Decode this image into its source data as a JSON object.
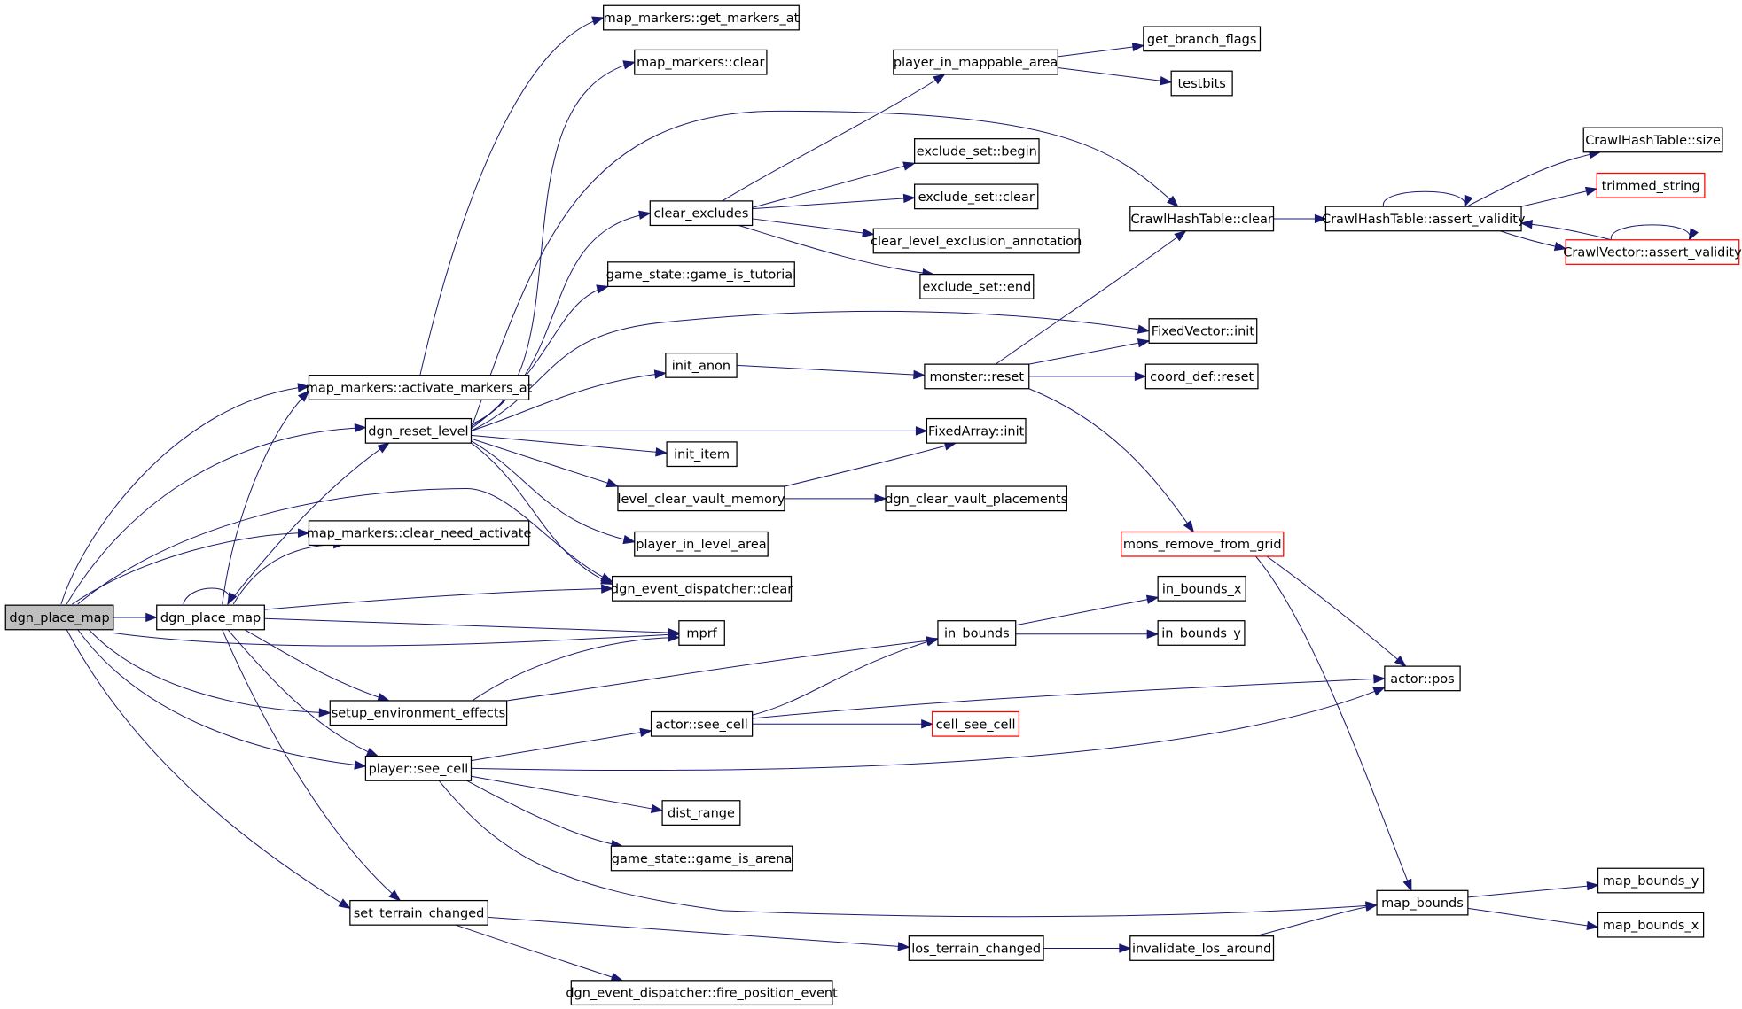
{
  "diagram": {
    "type": "call-graph",
    "colors": {
      "edge": "#191970",
      "root_fill": "#bfbfbf",
      "truncated_border": "#ff0000"
    },
    "nodes": [
      {
        "id": "dgn_place_map_root",
        "label": "dgn_place_map",
        "style": "root"
      },
      {
        "id": "dgn_place_map",
        "label": "dgn_place_map"
      },
      {
        "id": "activate_markers_at",
        "label": "map_markers::activate_markers_at"
      },
      {
        "id": "dgn_reset_level",
        "label": "dgn_reset_level"
      },
      {
        "id": "clear_need_activate",
        "label": "map_markers::clear_need_activate"
      },
      {
        "id": "setup_environment_effects",
        "label": "setup_environment_effects"
      },
      {
        "id": "player_see_cell",
        "label": "player::see_cell"
      },
      {
        "id": "set_terrain_changed",
        "label": "set_terrain_changed"
      },
      {
        "id": "get_markers_at",
        "label": "map_markers::get_markers_at"
      },
      {
        "id": "map_markers_clear",
        "label": "map_markers::clear"
      },
      {
        "id": "clear_excludes",
        "label": "clear_excludes"
      },
      {
        "id": "game_is_tutorial",
        "label": "game_state::game_is_tutorial"
      },
      {
        "id": "init_anon",
        "label": "init_anon"
      },
      {
        "id": "init_item",
        "label": "init_item"
      },
      {
        "id": "level_clear_vault_memory",
        "label": "level_clear_vault_memory"
      },
      {
        "id": "player_in_level_area",
        "label": "player_in_level_area"
      },
      {
        "id": "dgn_event_dispatcher_clear",
        "label": "dgn_event_dispatcher::clear"
      },
      {
        "id": "mprf",
        "label": "mprf"
      },
      {
        "id": "actor_see_cell",
        "label": "actor::see_cell"
      },
      {
        "id": "dist_range",
        "label": "dist_range"
      },
      {
        "id": "game_is_arena",
        "label": "game_state::game_is_arena"
      },
      {
        "id": "fire_position_event",
        "label": "dgn_event_dispatcher::fire_position_event"
      },
      {
        "id": "player_in_mappable_area",
        "label": "player_in_mappable_area"
      },
      {
        "id": "exclude_set_begin",
        "label": "exclude_set::begin"
      },
      {
        "id": "exclude_set_clear",
        "label": "exclude_set::clear"
      },
      {
        "id": "clear_level_exclusion_annotation",
        "label": "clear_level_exclusion_annotation"
      },
      {
        "id": "exclude_set_end",
        "label": "exclude_set::end"
      },
      {
        "id": "monster_reset",
        "label": "monster::reset"
      },
      {
        "id": "fixedarray_init",
        "label": "FixedArray::init"
      },
      {
        "id": "dgn_clear_vault_placements",
        "label": "dgn_clear_vault_placements"
      },
      {
        "id": "in_bounds",
        "label": "in_bounds"
      },
      {
        "id": "cell_see_cell",
        "label": "cell_see_cell",
        "style": "truncated"
      },
      {
        "id": "los_terrain_changed",
        "label": "los_terrain_changed"
      },
      {
        "id": "get_branch_flags",
        "label": "get_branch_flags"
      },
      {
        "id": "testbits",
        "label": "testbits"
      },
      {
        "id": "hashtable_clear",
        "label": "CrawlHashTable::clear"
      },
      {
        "id": "fixedvector_init",
        "label": "FixedVector::init"
      },
      {
        "id": "coord_def_reset",
        "label": "coord_def::reset"
      },
      {
        "id": "mons_remove_from_grid",
        "label": "mons_remove_from_grid",
        "style": "truncated"
      },
      {
        "id": "in_bounds_x",
        "label": "in_bounds_x"
      },
      {
        "id": "in_bounds_y",
        "label": "in_bounds_y"
      },
      {
        "id": "invalidate_los_around",
        "label": "invalidate_los_around"
      },
      {
        "id": "hashtable_assert_validity",
        "label": "CrawlHashTable::assert_validity"
      },
      {
        "id": "actor_pos",
        "label": "actor::pos"
      },
      {
        "id": "map_bounds",
        "label": "map_bounds"
      },
      {
        "id": "hashtable_size",
        "label": "CrawlHashTable::size"
      },
      {
        "id": "trimmed_string",
        "label": "trimmed_string",
        "style": "truncated"
      },
      {
        "id": "crawlvector_assert_validity",
        "label": "CrawlVector::assert_validity",
        "style": "truncated"
      },
      {
        "id": "map_bounds_y",
        "label": "map_bounds_y"
      },
      {
        "id": "map_bounds_x",
        "label": "map_bounds_x"
      }
    ],
    "edges": [
      [
        "dgn_place_map_root",
        "dgn_place_map"
      ],
      [
        "dgn_place_map_root",
        "activate_markers_at"
      ],
      [
        "dgn_place_map_root",
        "dgn_reset_level"
      ],
      [
        "dgn_place_map_root",
        "clear_need_activate"
      ],
      [
        "dgn_place_map_root",
        "dgn_event_dispatcher_clear"
      ],
      [
        "dgn_place_map_root",
        "mprf"
      ],
      [
        "dgn_place_map_root",
        "setup_environment_effects"
      ],
      [
        "dgn_place_map_root",
        "player_see_cell"
      ],
      [
        "dgn_place_map_root",
        "set_terrain_changed"
      ],
      [
        "dgn_place_map",
        "dgn_place_map"
      ],
      [
        "dgn_place_map",
        "activate_markers_at"
      ],
      [
        "dgn_place_map",
        "dgn_reset_level"
      ],
      [
        "dgn_place_map",
        "clear_need_activate"
      ],
      [
        "dgn_place_map",
        "dgn_event_dispatcher_clear"
      ],
      [
        "dgn_place_map",
        "mprf"
      ],
      [
        "dgn_place_map",
        "setup_environment_effects"
      ],
      [
        "dgn_place_map",
        "player_see_cell"
      ],
      [
        "dgn_place_map",
        "set_terrain_changed"
      ],
      [
        "activate_markers_at",
        "get_markers_at"
      ],
      [
        "dgn_reset_level",
        "map_markers_clear"
      ],
      [
        "dgn_reset_level",
        "clear_excludes"
      ],
      [
        "dgn_reset_level",
        "hashtable_clear"
      ],
      [
        "dgn_reset_level",
        "game_is_tutorial"
      ],
      [
        "dgn_reset_level",
        "fixedvector_init"
      ],
      [
        "dgn_reset_level",
        "init_anon"
      ],
      [
        "dgn_reset_level",
        "fixedarray_init"
      ],
      [
        "dgn_reset_level",
        "init_item"
      ],
      [
        "dgn_reset_level",
        "level_clear_vault_memory"
      ],
      [
        "dgn_reset_level",
        "player_in_level_area"
      ],
      [
        "dgn_reset_level",
        "dgn_event_dispatcher_clear"
      ],
      [
        "clear_excludes",
        "player_in_mappable_area"
      ],
      [
        "clear_excludes",
        "exclude_set_begin"
      ],
      [
        "clear_excludes",
        "exclude_set_clear"
      ],
      [
        "clear_excludes",
        "clear_level_exclusion_annotation"
      ],
      [
        "clear_excludes",
        "exclude_set_end"
      ],
      [
        "player_in_mappable_area",
        "get_branch_flags"
      ],
      [
        "player_in_mappable_area",
        "testbits"
      ],
      [
        "init_anon",
        "monster_reset"
      ],
      [
        "monster_reset",
        "hashtable_clear"
      ],
      [
        "monster_reset",
        "fixedvector_init"
      ],
      [
        "monster_reset",
        "coord_def_reset"
      ],
      [
        "monster_reset",
        "mons_remove_from_grid"
      ],
      [
        "level_clear_vault_memory",
        "fixedarray_init"
      ],
      [
        "level_clear_vault_memory",
        "dgn_clear_vault_placements"
      ],
      [
        "hashtable_clear",
        "hashtable_assert_validity"
      ],
      [
        "hashtable_assert_validity",
        "hashtable_assert_validity"
      ],
      [
        "hashtable_assert_validity",
        "hashtable_size"
      ],
      [
        "hashtable_assert_validity",
        "trimmed_string"
      ],
      [
        "hashtable_assert_validity",
        "crawlvector_assert_validity"
      ],
      [
        "crawlvector_assert_validity",
        "crawlvector_assert_validity"
      ],
      [
        "crawlvector_assert_validity",
        "hashtable_assert_validity"
      ],
      [
        "mons_remove_from_grid",
        "actor_pos"
      ],
      [
        "mons_remove_from_grid",
        "map_bounds"
      ],
      [
        "setup_environment_effects",
        "in_bounds"
      ],
      [
        "setup_environment_effects",
        "mprf"
      ],
      [
        "in_bounds",
        "in_bounds_x"
      ],
      [
        "in_bounds",
        "in_bounds_y"
      ],
      [
        "player_see_cell",
        "actor_see_cell"
      ],
      [
        "player_see_cell",
        "actor_pos"
      ],
      [
        "player_see_cell",
        "dist_range"
      ],
      [
        "player_see_cell",
        "game_is_arena"
      ],
      [
        "player_see_cell",
        "map_bounds"
      ],
      [
        "actor_see_cell",
        "in_bounds"
      ],
      [
        "actor_see_cell",
        "actor_pos"
      ],
      [
        "actor_see_cell",
        "cell_see_cell"
      ],
      [
        "set_terrain_changed",
        "los_terrain_changed"
      ],
      [
        "set_terrain_changed",
        "fire_position_event"
      ],
      [
        "los_terrain_changed",
        "invalidate_los_around"
      ],
      [
        "invalidate_los_around",
        "map_bounds"
      ],
      [
        "map_bounds",
        "map_bounds_y"
      ],
      [
        "map_bounds",
        "map_bounds_x"
      ]
    ]
  }
}
